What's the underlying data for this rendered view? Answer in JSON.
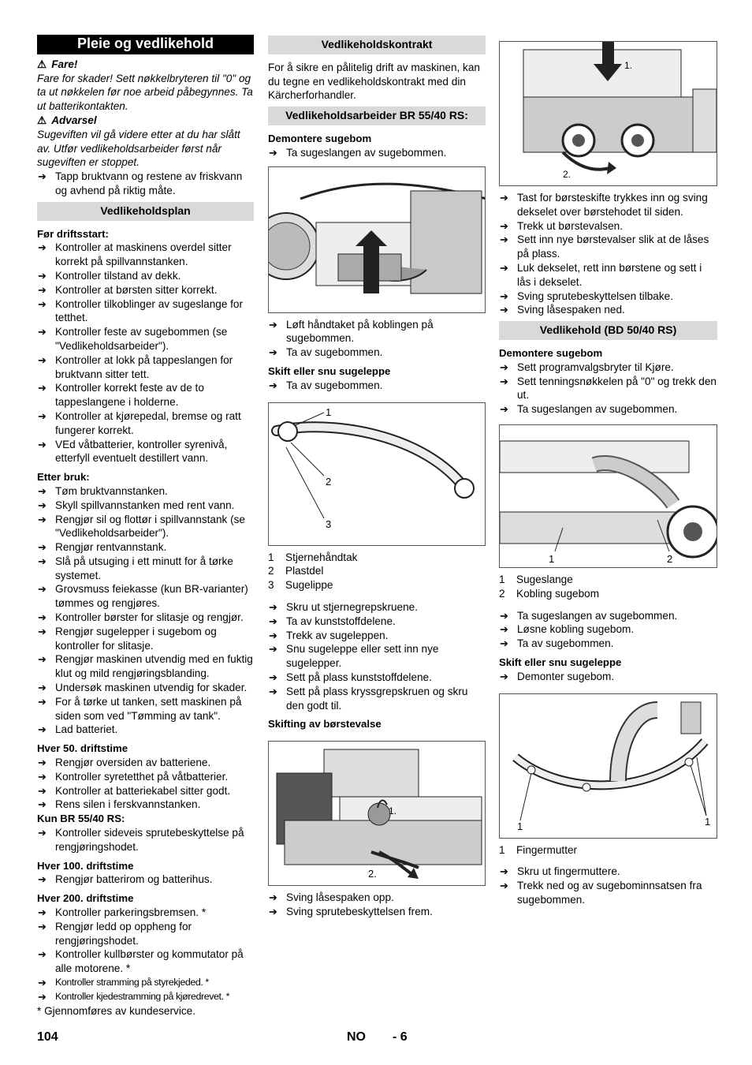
{
  "col1": {
    "title": "Pleie og vedlikehold",
    "danger_label": "Fare!",
    "danger_text": "Fare for skader! Sett nøkkelbryteren til \"0\" og ta ut nøkkelen før noe arbeid påbegynnes. Ta ut batterikontakten.",
    "warning_label": "Advarsel",
    "warning_text": "Sugeviften vil gå videre etter at du har slått av. Utfør vedlikeholdsarbeider først når sugeviften er stoppet.",
    "drain_item": "Tapp bruktvann og restene av friskvann og avhend på riktig måte.",
    "plan_heading": "Vedlikeholdsplan",
    "before_heading": "Før driftsstart:",
    "before_items": [
      "Kontroller at maskinens overdel sitter korrekt på spillvannstanken.",
      "Kontroller tilstand av dekk.",
      "Kontroller at børsten sitter korrekt.",
      "Kontroller tilkoblinger av sugeslange for tetthet.",
      "Kontroller feste av sugebommen (se \"Vedlikeholdsarbeider\").",
      "Kontroller at lokk på tappeslangen for bruktvann sitter tett.",
      "Kontroller korrekt feste av de to tappeslangene i holderne.",
      "Kontroller at kjørepedal, bremse og ratt fungerer korrekt.",
      "VEd våtbatterier, kontroller syrenivå, etterfyll eventuelt destillert vann."
    ],
    "after_heading": "Etter bruk:",
    "after_items": [
      "Tøm bruktvannstanken.",
      "Skyll spillvannstanken med rent vann.",
      "Rengjør sil og flottør i spillvannstank (se \"Vedlikeholdsarbeider\").",
      "Rengjør rentvannstank.",
      "Slå på utsuging i ett minutt for å tørke systemet.",
      "Grovsmuss feiekasse (kun BR-varianter) tømmes og rengjøres.",
      "Kontroller børster for slitasje og rengjør.",
      "Rengjør sugelepper i sugebom og kontroller for slitasje.",
      "Rengjør maskinen utvendig med en fuktig klut og mild rengjøringsblanding.",
      "Undersøk maskinen utvendig for skader.",
      "For å tørke ut tanken, sett maskinen på siden som ved \"Tømming av tank\".",
      "Lad batteriet."
    ],
    "h50_heading": "Hver 50. driftstime",
    "h50_items": [
      "Rengjør oversiden av batteriene.",
      "Kontroller syretetthet på våtbatterier.",
      "Kontroller at batteriekabel sitter godt.",
      "Rens silen i ferskvannstanken."
    ],
    "br_heading": "Kun BR 55/40 RS:",
    "br_items": [
      "Kontroller sideveis sprutebeskyttelse på rengjøringshodet."
    ],
    "h100_heading": "Hver 100. driftstime",
    "h100_items": [
      "Rengjør batterirom og batterihus."
    ],
    "h200_heading": "Hver 200. driftstime",
    "h200_items": [
      "Kontroller parkeringsbremsen. *",
      "Rengjør ledd op oppheng for rengjøringshodet.",
      "Kontroller kullbørster og kommutator på alle motorene. *",
      "Kontroller stramming på styrekjeded. *",
      "Kontroller kjedestramming på kjøredrevet. *"
    ],
    "footnote": "* Gjennomføres av kundeservice."
  },
  "col2": {
    "contract_heading": "Vedlikeholdskontrakt",
    "contract_text": "For å sikre en pålitelig drift av maskinen, kan du tegne en vedlikeholdskontrakt med din Kärcherforhandler.",
    "works_heading": "Vedlikeholdsarbeider BR 55/40 RS:",
    "remove_heading": "Demontere sugebom",
    "remove_items": [
      "Ta sugeslangen av sugebommen."
    ],
    "after_fig1_items": [
      "Løft håndtaket på koblingen på sugebommen.",
      "Ta av sugebommen."
    ],
    "lip_heading": "Skift eller snu sugeleppe",
    "lip_items": [
      "Ta av sugebommen."
    ],
    "fig2_callouts": [
      "1",
      "2",
      "3"
    ],
    "legend": [
      {
        "n": "1",
        "t": "Stjernehåndtak"
      },
      {
        "n": "2",
        "t": "Plastdel"
      },
      {
        "n": "3",
        "t": "Sugelippe"
      }
    ],
    "lip_steps": [
      "Skru ut stjernegrepskruene.",
      "Ta av kunststoffdelene.",
      "Trekk av sugeleppen.",
      "Snu sugeleppe eller sett inn nye sugelepper.",
      "Sett på plass kunststoffdelene.",
      "Sett på plass kryssgrepskruen og skru den godt til."
    ],
    "brush_heading": "Skifting av børstevalse",
    "fig3_callouts": [
      "1.",
      "2."
    ],
    "brush_items": [
      "Sving låsespaken opp.",
      "Sving sprutebeskyttelsen frem."
    ]
  },
  "col3": {
    "fig4_callouts": [
      "1.",
      "2."
    ],
    "brush_steps": [
      "Tast for børsteskifte trykkes inn og sving dekselet over børstehodet til siden.",
      "Trekk ut børstevalsen.",
      "Sett inn nye børstevalser slik at de låses på plass.",
      "Luk dekselet, rett inn børstene og sett i lås i dekselet.",
      "Sving sprutebeskyttelsen tilbake.",
      "Sving låsespaken ned."
    ],
    "bd_heading": "Vedlikehold (BD 50/40 RS)",
    "remove_heading": "Demontere sugebom",
    "remove_items": [
      "Sett programvalgsbryter til Kjøre.",
      "Sett tenningsnøkkelen på \"0\" og trekk den ut.",
      "Ta sugeslangen av sugebommen."
    ],
    "fig5_callouts": [
      "1",
      "2"
    ],
    "legend": [
      {
        "n": "1",
        "t": "Sugeslange"
      },
      {
        "n": "2",
        "t": "Kobling sugebom"
      }
    ],
    "remove_steps": [
      "Ta sugeslangen av sugebommen.",
      "Løsne kobling sugebom.",
      "Ta av sugebommen."
    ],
    "lip_heading": "Skift eller snu sugeleppe",
    "lip_items": [
      "Demonter sugebom."
    ],
    "fig6_callouts": [
      "1",
      "1"
    ],
    "legend2": [
      {
        "n": "1",
        "t": "Fingermutter"
      }
    ],
    "lip_steps": [
      "Skru ut fingermuttere.",
      "Trekk ned og av sugebominnsatsen fra sugebommen."
    ]
  },
  "footer": {
    "page": "104",
    "lang": "NO",
    "sub": "- 6"
  }
}
